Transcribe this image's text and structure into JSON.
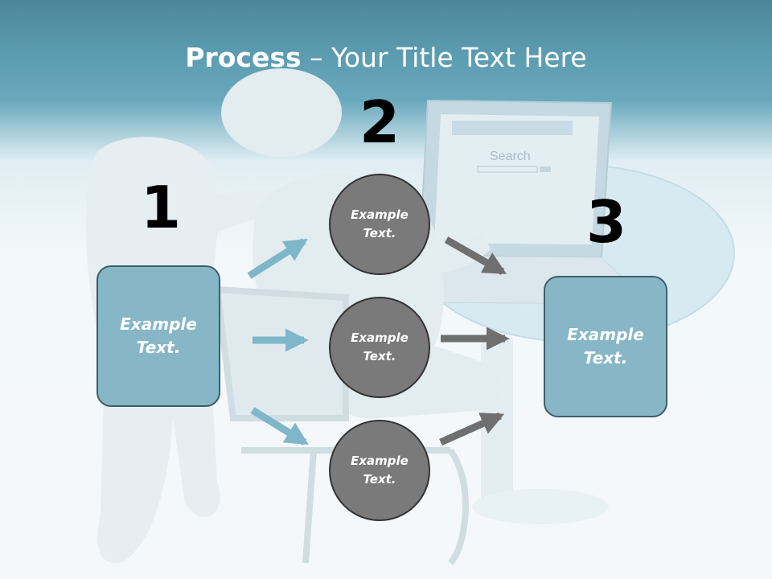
{
  "title": {
    "bold": "Process",
    "rest": " – Your Title Text Here"
  },
  "steps": [
    {
      "number": "1",
      "label": "Example Text."
    },
    {
      "number": "2",
      "items": [
        {
          "label": "Example Text."
        },
        {
          "label": "Example Text."
        },
        {
          "label": "Example Text."
        }
      ]
    },
    {
      "number": "3",
      "label": "Example Text."
    }
  ],
  "background": {
    "search_label": "Search"
  },
  "colors": {
    "header": "#5a9aae",
    "box_fill": "#87b7c7",
    "circle_fill": "#7a7a7a",
    "arrow_blue": "#7fb6c9",
    "arrow_gray": "#6f6f6f"
  }
}
